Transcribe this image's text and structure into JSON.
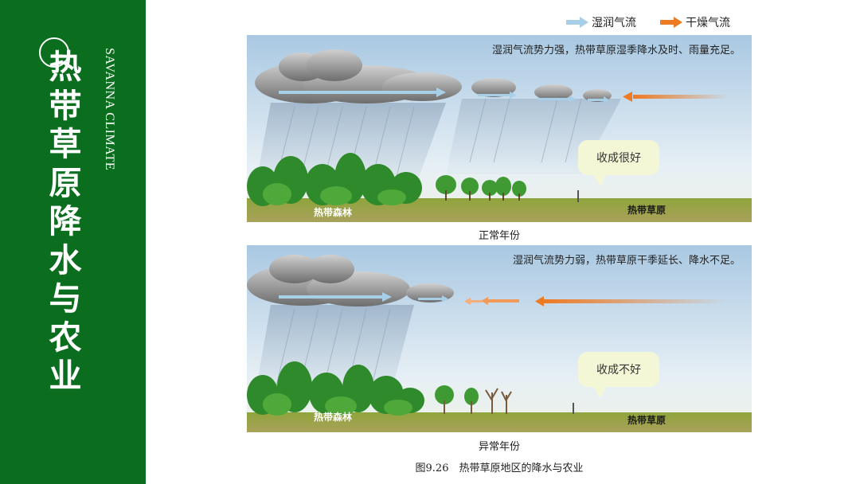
{
  "sidebar": {
    "title": "热带草原降水与农业",
    "subtitle": "SAVANNA CLIMATE"
  },
  "legend": {
    "wet": "湿润气流",
    "dry": "干燥气流",
    "wet_color": "#a8cfe8",
    "dry_color": "#ee7a22"
  },
  "panels": [
    {
      "description": "湿润气流势力强，热带草原湿季降水及时、雨量充足。",
      "bubble": "收成很好",
      "forest_label": "热带森林",
      "savanna_label": "热带草原",
      "caption": "正常年份"
    },
    {
      "description": "湿润气流势力弱，热带草原干季延长、降水不足。",
      "bubble": "收成不好",
      "forest_label": "热带森林",
      "savanna_label": "热带草原",
      "caption": "异常年份"
    }
  ],
  "figure_caption": "图9.26　热带草原地区的降水与农业"
}
